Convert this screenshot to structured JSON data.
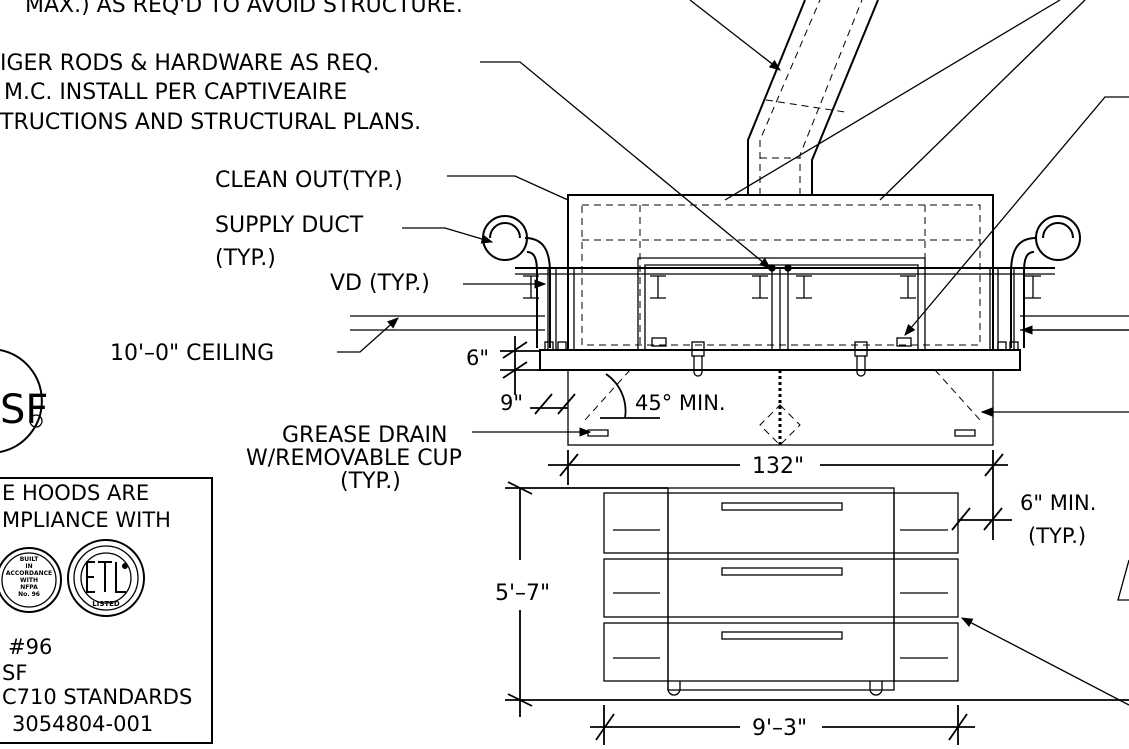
{
  "notes": {
    "top_fragment": "MAX.) AS REQ'D TO AVOID STRUCTURE.",
    "hanger_line1": "IGER RODS & HARDWARE AS REQ.",
    "hanger_line2": "M.C. INSTALL PER CAPTIVEAIRE",
    "hanger_line3": "TRUCTIONS AND STRUCTURAL PLANS."
  },
  "labels": {
    "clean_out": "CLEAN OUT(TYP.)",
    "supply_duct_1": "SUPPLY DUCT",
    "supply_duct_2": "(TYP.)",
    "vd": "VD (TYP.)",
    "ceiling": "10'–0\" CEILING",
    "grease_1": "GREASE DRAIN",
    "grease_2": "W/REMOVABLE CUP",
    "grease_3": "(TYP.)",
    "min6_1": "6\" MIN.",
    "min6_2": "(TYP.)"
  },
  "dimensions": {
    "d6": "6\"",
    "d9": "9\"",
    "angle": "45° MIN.",
    "width_132": "132\"",
    "height": "5'–7\"",
    "width_93": "9'–3\""
  },
  "cert": {
    "nsf_fragment": "SF",
    "box_line1": "E HOODS ARE",
    "box_line2": "MPLIANCE WITH",
    "box_line3": "#96",
    "box_line4": "SF",
    "box_line5": "C710 STANDARDS",
    "box_line6": "3054804-001",
    "nfpa_seal": [
      "BUILT",
      "IN",
      "ACCORDANCE",
      "WITH",
      "NFPA",
      "No. 96"
    ],
    "etl_sub": "LISTED"
  }
}
